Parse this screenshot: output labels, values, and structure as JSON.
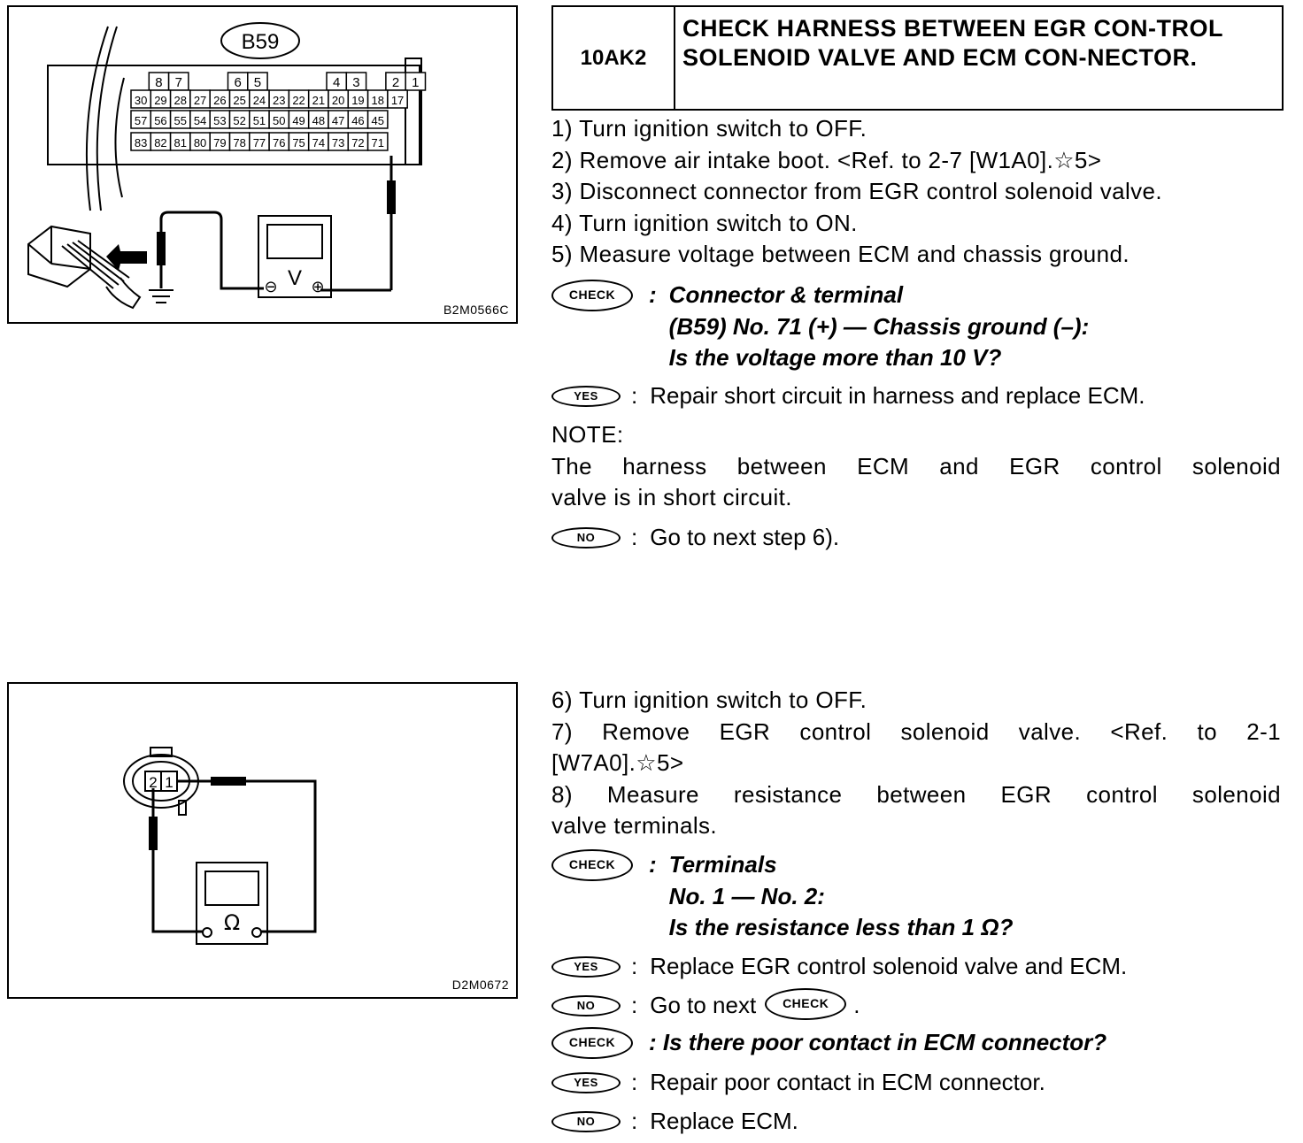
{
  "figure1": {
    "connector_label": "B59",
    "pins_row1": [
      "8",
      "7",
      "6",
      "5",
      "4",
      "3",
      "2",
      "1"
    ],
    "pins_row2": [
      "30",
      "29",
      "28",
      "27",
      "26",
      "25",
      "24",
      "23",
      "22",
      "21",
      "20",
      "19",
      "18",
      "17"
    ],
    "pins_row3": [
      "57",
      "56",
      "55",
      "54",
      "53",
      "52",
      "51",
      "50",
      "49",
      "48",
      "47",
      "46",
      "45"
    ],
    "pins_row4": [
      "83",
      "82",
      "81",
      "80",
      "79",
      "78",
      "77",
      "76",
      "75",
      "74",
      "73",
      "72",
      "71"
    ],
    "meter_symbol": "V",
    "minus": "⊖",
    "plus": "⊕",
    "code": "B2M0566C"
  },
  "header": {
    "code": "10AK2",
    "title": "CHECK HARNESS BETWEEN EGR CON-TROL SOLENOID VALVE AND ECM CON-NECTOR."
  },
  "section1": {
    "steps": [
      "1)  Turn ignition switch to OFF.",
      "2)  Remove air intake boot. <Ref. to 2-7 [W1A0].☆5>",
      "3)  Disconnect connector from EGR control solenoid valve.",
      "4)  Turn ignition switch to ON.",
      "5)  Measure voltage between ECM and chassis ground."
    ],
    "check_label": "CHECK",
    "check_lines": [
      "Connector & terminal",
      "(B59) No. 71 (+) — Chassis ground (–):",
      "Is the voltage more than 10 V?"
    ],
    "yes_label": "YES",
    "yes_text": "Repair short circuit in harness and replace ECM.",
    "note_title": "NOTE:",
    "note_line1": "The harness between ECM and EGR control solenoid",
    "note_line2": "valve is in short circuit.",
    "no_label": "NO",
    "no_text": "Go to next step 6)."
  },
  "figure2": {
    "pin2": "2",
    "pin1": "1",
    "meter_symbol": "Ω",
    "code": "D2M0672"
  },
  "section2": {
    "step6": "6)  Turn ignition switch to OFF.",
    "step7_line1": "7) Remove EGR control solenoid valve. <Ref. to 2-1",
    "step7_line2": "[W7A0].☆5>",
    "step8_line1": "8) Measure resistance between EGR control solenoid",
    "step8_line2": "valve terminals.",
    "check_label": "CHECK",
    "check_lines": [
      "Terminals",
      "No. 1 — No. 2:",
      "Is the resistance less than 1 Ω?"
    ],
    "yes_label": "YES",
    "yes_text": "Replace EGR control solenoid valve and ECM.",
    "no_label": "NO",
    "no_text": "Go to next",
    "no_badge": "CHECK",
    "no_end": ".",
    "check2_label": "CHECK",
    "check2_text": ": Is there poor contact in ECM connector?",
    "yes2_label": "YES",
    "yes2_text": "Repair poor contact in ECM connector.",
    "no2_label": "NO",
    "no2_text": "Replace ECM."
  }
}
